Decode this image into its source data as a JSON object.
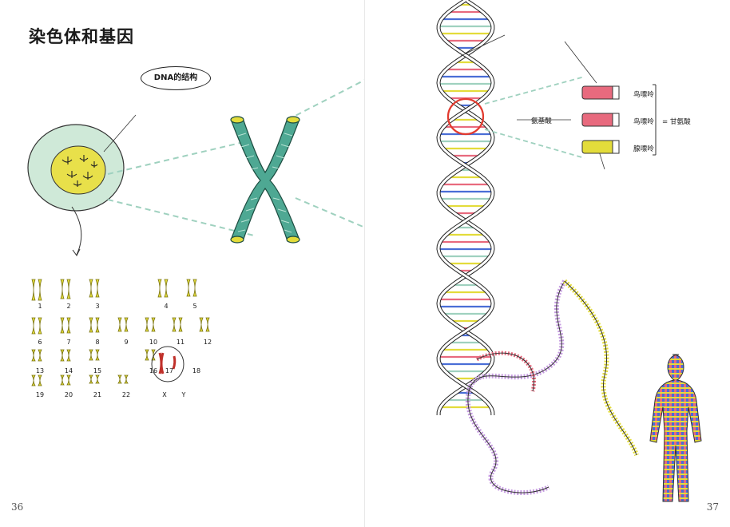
{
  "page_left": {
    "title": "染色体和基因",
    "bubble": "DNA的结构",
    "chromosome_numbers": [
      "1",
      "2",
      "3",
      "4",
      "5",
      "6",
      "7",
      "8",
      "9",
      "10",
      "11",
      "12",
      "13",
      "14",
      "15",
      "16",
      "17",
      "18",
      "19",
      "20",
      "21",
      "22",
      "X",
      "Y"
    ],
    "page_number": "36"
  },
  "page_right": {
    "amino_label": "氨基酸",
    "codon_labels": [
      "鸟嘌呤",
      "鸟嘌呤",
      "腺嘌呤"
    ],
    "equals_label": "= 甘氨酸",
    "page_number": "37"
  },
  "colors": {
    "chromosome_yellow": "#e3dc3b",
    "chromatid_green": "#4ea893",
    "cell_fill": "#cfe9d8",
    "highlight_red": "#e23a2e",
    "codon_pink": "#e86a7e",
    "dashed_line": "#9fd1bf"
  }
}
